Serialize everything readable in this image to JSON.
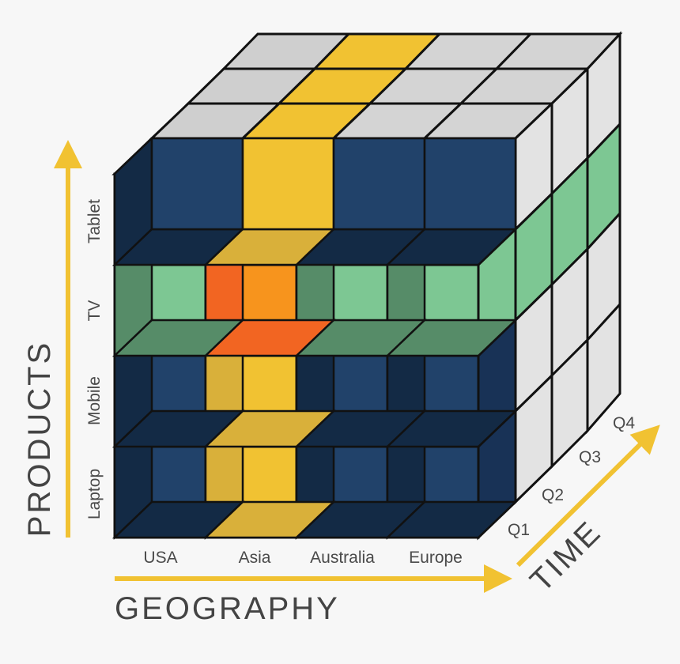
{
  "axes": {
    "products": {
      "title": "PRODUCTS",
      "items": [
        "Laptop",
        "Mobile",
        "TV",
        "Tablet"
      ]
    },
    "geography": {
      "title": "GEOGRAPHY",
      "items": [
        "USA",
        "Asia",
        "Australia",
        "Europe"
      ]
    },
    "time": {
      "title": "TIME",
      "items": [
        "Q1",
        "Q2",
        "Q3",
        "Q4"
      ]
    }
  },
  "highlight": {
    "geography": "Asia",
    "product": "TV"
  },
  "colors": {
    "background": "#f7f7f7",
    "cell_blue": "#21426a",
    "cell_dark": "#132a45",
    "slice_yellow": "#f1c232",
    "slice_yellow_dark": "#d9b03a",
    "slice_green": "#7dc793",
    "slice_green_dark": "#568c68",
    "intersection_orange": "#f7941d",
    "intersection_red": "#f26522",
    "back_gray": "#dcdcdc",
    "arrow": "#f1c232"
  }
}
